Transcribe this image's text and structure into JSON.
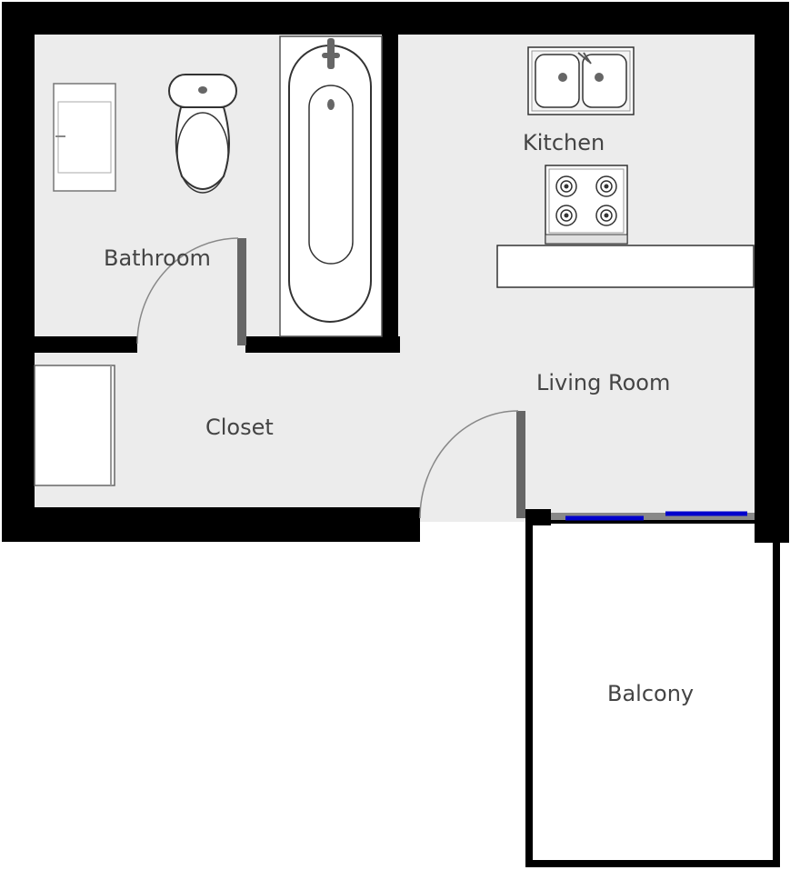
{
  "rooms": {
    "bathroom": "Bathroom",
    "kitchen": "Kitchen",
    "closet": "Closet",
    "living_room": "Living Room",
    "balcony": "Balcony"
  },
  "fixtures": {
    "toilet": "toilet-icon",
    "bathtub": "bathtub-icon",
    "sink": "double-sink-icon",
    "stove": "stove-icon",
    "counter": "counter-icon",
    "vanity": "vanity-cabinet-icon",
    "closet_shelf": "closet-shelf-icon"
  },
  "colors": {
    "wall": "#000000",
    "floor": "#ececec",
    "window": "#0000cc",
    "door_leaf": "#666666"
  }
}
